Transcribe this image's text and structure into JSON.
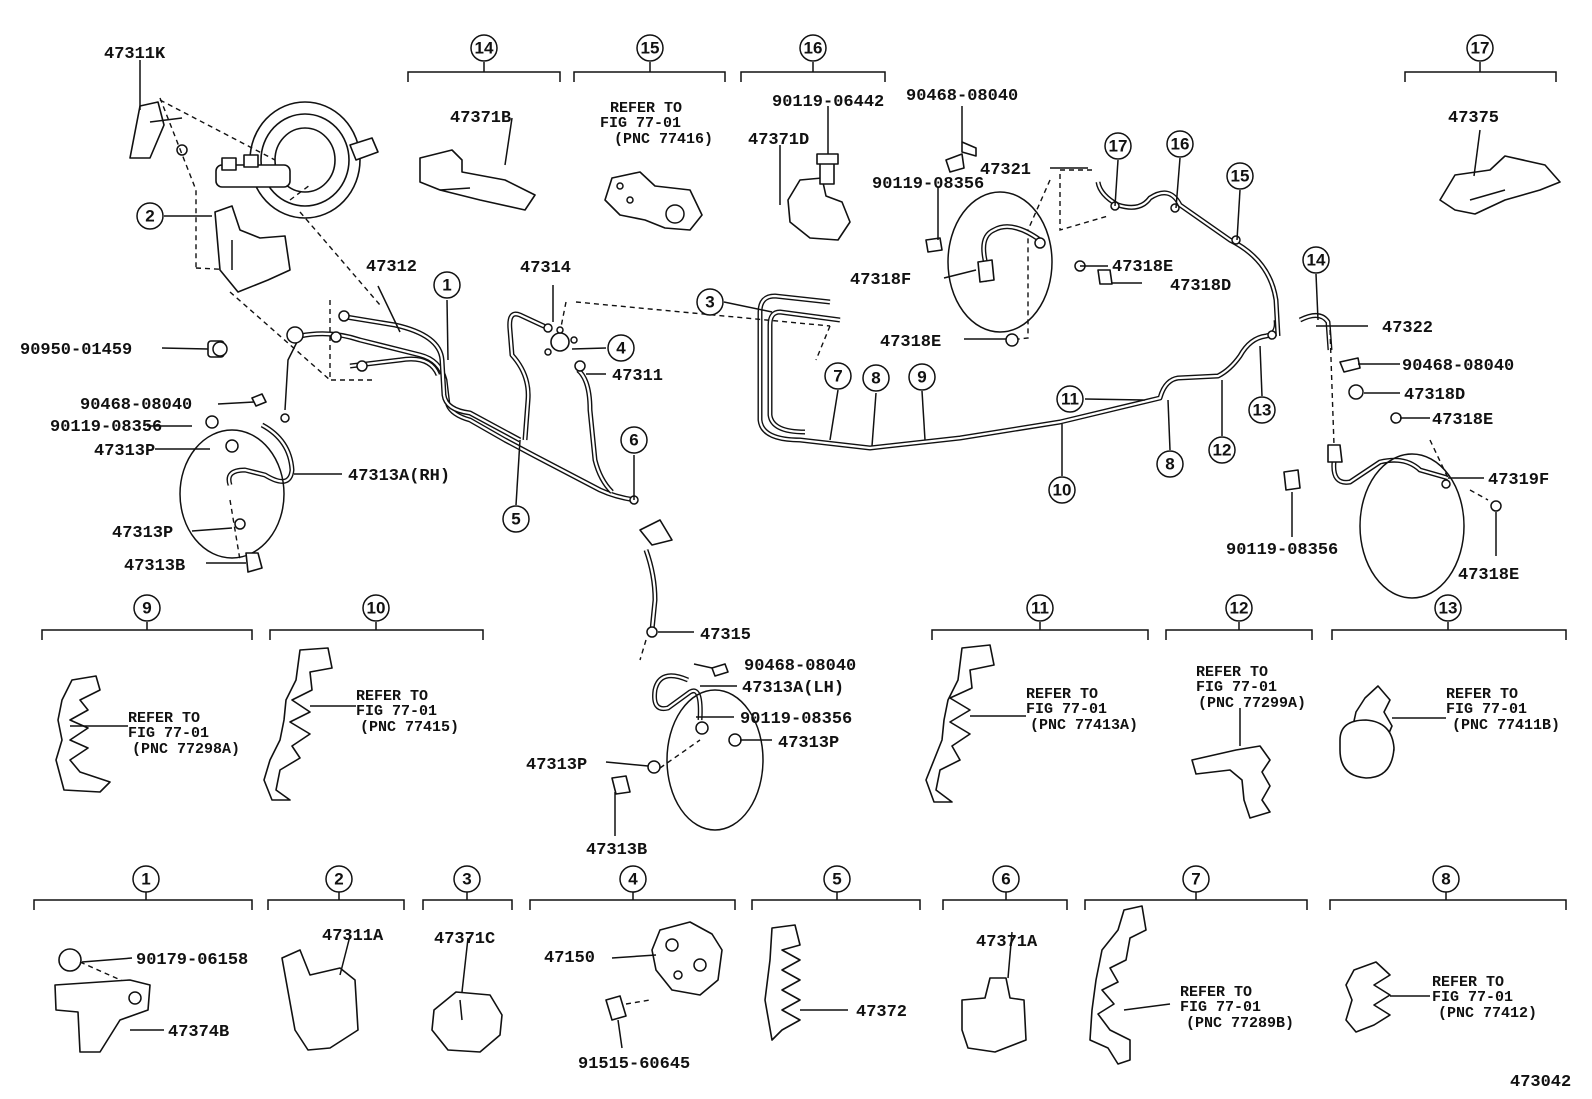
{
  "diagram_id": "473042",
  "callout_group_numbers": [
    "1",
    "2",
    "3",
    "4",
    "5",
    "6",
    "7",
    "8",
    "9",
    "10",
    "11",
    "12",
    "13",
    "14",
    "15",
    "16",
    "17"
  ],
  "parts": {
    "p47311K": "47311K",
    "p90950_01459": "90950-01459",
    "p90468_08040_a": "90468-08040",
    "p90119_08356_a": "90119-08356",
    "p47313P_a": "47313P",
    "p47313A_RH": "47313A(RH)",
    "p47313P_b": "47313P",
    "p47313B_a": "47313B",
    "p47312": "47312",
    "p47314": "47314",
    "p47311": "47311",
    "p47315": "47315",
    "p90468_08040_b": "90468-08040",
    "p47313A_LH": "47313A(LH)",
    "p90119_08356_b": "90119-08356",
    "p47313P_c": "47313P",
    "p47313P_d": "47313P",
    "p47313B_b": "47313B",
    "p47371B": "47371B",
    "p90119_06442": "90119-06442",
    "p47371D": "47371D",
    "p90468_08040_c": "90468-08040",
    "p47321": "47321",
    "p90119_08356_c": "90119-08356",
    "p47318F": "47318F",
    "p47318E_a": "47318E",
    "p47318D_a": "47318D",
    "p47318E_b": "47318E",
    "p47375": "47375",
    "p47322": "47322",
    "p90468_08040_d": "90468-08040",
    "p47318D_b": "47318D",
    "p47318E_c": "47318E",
    "p47319F": "47319F",
    "p90119_08356_d": "90119-08356",
    "p47318E_d": "47318E",
    "p90179_06158": "90179-06158",
    "p47374B": "47374B",
    "p47311A": "47311A",
    "p47371C": "47371C",
    "p47150": "47150",
    "p91515_60645": "91515-60645",
    "p47372": "47372",
    "p47371A": "47371A"
  },
  "refer_notes": {
    "n15": [
      "REFER TO",
      "FIG 77-01",
      "(PNC 77416)"
    ],
    "n9": [
      "REFER TO",
      "FIG 77-01",
      "(PNC 77298A)"
    ],
    "n10": [
      "REFER TO",
      "FIG 77-01",
      "(PNC 77415)"
    ],
    "n11": [
      "REFER TO",
      "FIG 77-01",
      "(PNC 77413A)"
    ],
    "n12": [
      "REFER TO",
      "FIG 77-01",
      "(PNC 77299A)"
    ],
    "n13": [
      "REFER TO",
      "FIG 77-01",
      "(PNC 77411B)"
    ],
    "n7": [
      "REFER TO",
      "FIG 77-01",
      "(PNC 77289B)"
    ],
    "n8": [
      "REFER TO",
      "FIG 77-01",
      "(PNC 77412)"
    ]
  }
}
